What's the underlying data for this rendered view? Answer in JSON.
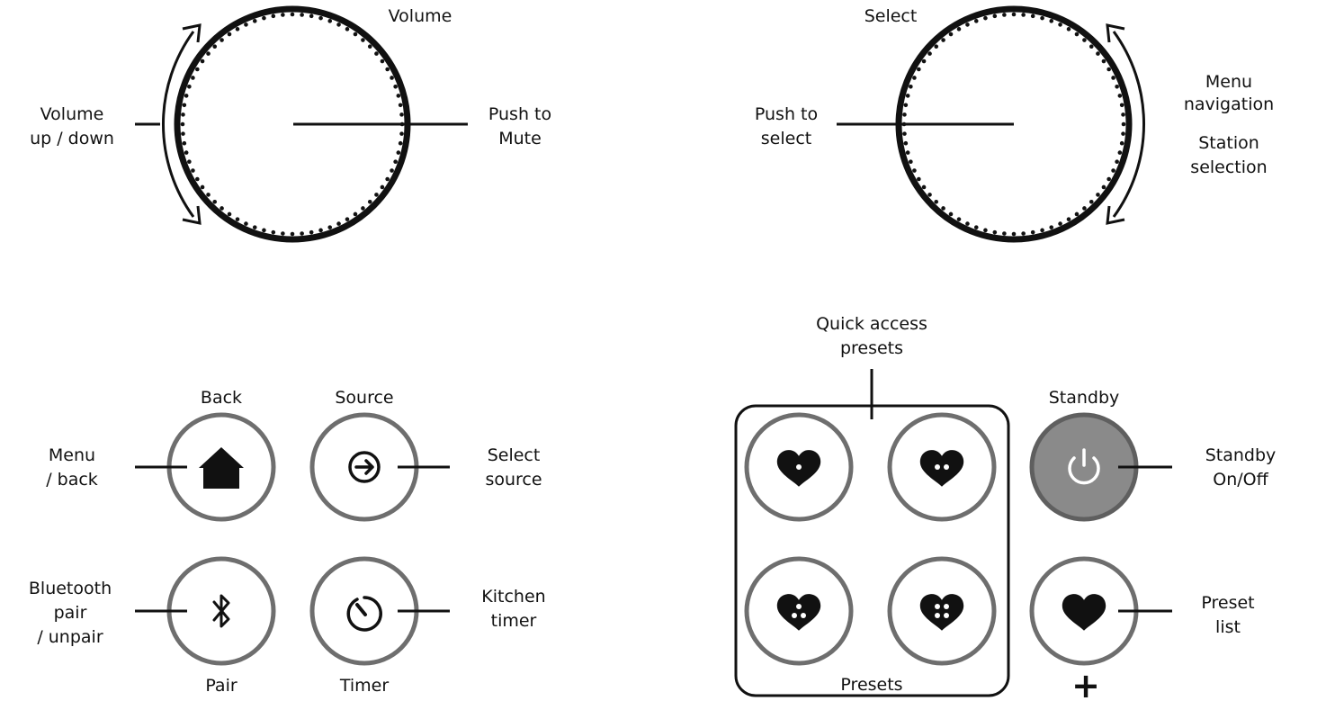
{
  "volume_dial": {
    "title": "Volume",
    "left_label": [
      "Volume",
      "up / down"
    ],
    "right_label": [
      "Push to",
      "Mute"
    ]
  },
  "select_dial": {
    "title": "Select",
    "left_label": [
      "Push to",
      "select"
    ],
    "right_label_1": [
      "Menu",
      "navigation"
    ],
    "right_label_2": [
      "Station",
      "selection"
    ]
  },
  "buttons": {
    "back": {
      "title": "Back",
      "side_label": [
        "Menu",
        "/ back"
      ]
    },
    "source": {
      "title": "Source",
      "side_label": [
        "Select",
        "source"
      ]
    },
    "pair": {
      "title": "Pair",
      "side_label": [
        "Bluetooth",
        "pair",
        "/ unpair"
      ]
    },
    "timer": {
      "title": "Timer",
      "side_label": [
        "Kitchen",
        "timer"
      ]
    },
    "standby": {
      "title": "Standby",
      "side_label": [
        "Standby",
        "On/Off"
      ]
    },
    "preset_list": {
      "side_label": [
        "Preset",
        "list"
      ],
      "plus": "+"
    }
  },
  "presets": {
    "top_label": [
      "Quick access",
      "presets"
    ],
    "bottom_label": "Presets"
  },
  "colors": {
    "ink": "#111111",
    "ring": "#6e6e6e",
    "standby_fill": "#8a8a8a",
    "standby_ring": "#5f5f5f"
  }
}
